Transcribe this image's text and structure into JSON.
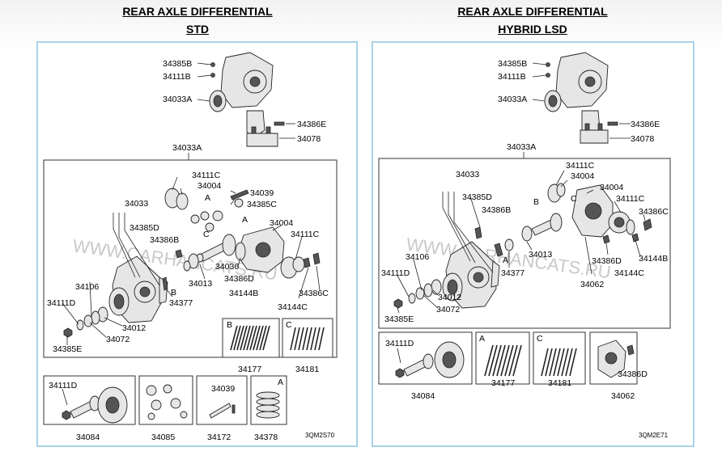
{
  "headings": {
    "left": {
      "line1": "REAR AXLE DIFFERENTIAL",
      "line2": "STD"
    },
    "right": {
      "line1": "REAR AXLE DIFFERENTIAL",
      "line2": "HYBRID LSD"
    }
  },
  "watermark": "WWW.CARHANCATS.RU",
  "left_panel": {
    "figure_code": "3QM2S70",
    "labels": {
      "l_34385B": "34385B",
      "l_34111B": "34111B",
      "l_34033A_top": "34033A",
      "l_34386E": "34386E",
      "l_34078": "34078",
      "l_34033A_frame": "34033A",
      "l_34111C_a": "34111C",
      "l_34004_a": "34004",
      "l_34039": "34039",
      "l_34385C": "34385C",
      "l_34033": "34033",
      "l_34385D": "34385D",
      "l_34386B": "34386B",
      "l_34004_b": "34004",
      "l_34111C_b": "34111C",
      "l_34036": "34036",
      "l_34386D": "34386D",
      "l_34013": "34013",
      "l_34144B": "34144B",
      "l_34386C": "34386C",
      "l_34377": "34377",
      "l_34144C": "34144C",
      "l_34106": "34106",
      "l_34111D": "34111D",
      "l_34012": "34012",
      "l_34072": "34072",
      "l_34385E": "34385E",
      "l_34177": "34177",
      "l_34181": "34181",
      "l_34111D_b": "34111D",
      "l_34084": "34084",
      "l_34085": "34085",
      "l_34039_b": "34039",
      "l_34172": "34172",
      "l_34378": "34378"
    },
    "letters": {
      "A1": "A",
      "A2": "A",
      "B1": "B",
      "C1": "C",
      "B_box": "B",
      "C_box": "C",
      "A_box": "A"
    }
  },
  "right_panel": {
    "figure_code": "3QM2E71",
    "labels": {
      "r_34385B": "34385B",
      "r_34111B": "34111B",
      "r_34033A_top": "34033A",
      "r_34386E": "34386E",
      "r_34078": "34078",
      "r_34033A_frame": "34033A",
      "r_34033": "34033",
      "r_34385D": "34385D",
      "r_34386B": "34386B",
      "r_34111C_a": "34111C",
      "r_34004_a": "34004",
      "r_34004_b": "34004",
      "r_34111C_b": "34111C",
      "r_34386C": "34386C",
      "r_34013": "34013",
      "r_34144B": "34144B",
      "r_34106": "34106",
      "r_34377": "34377",
      "r_34386D": "34386D",
      "r_34144C": "34144C",
      "r_34111D": "34111D",
      "r_34062": "34062",
      "r_34012": "34012",
      "r_34072": "34072",
      "r_34385E": "34385E",
      "r_34111D_b": "34111D",
      "r_34084": "34084",
      "r_34177": "34177",
      "r_34181": "34181",
      "r_34386D_b": "34386D",
      "r_34062_b": "34062"
    },
    "letters": {
      "B1": "B",
      "C1": "C",
      "A1": "A",
      "A_box": "A",
      "C_box": "C"
    }
  }
}
